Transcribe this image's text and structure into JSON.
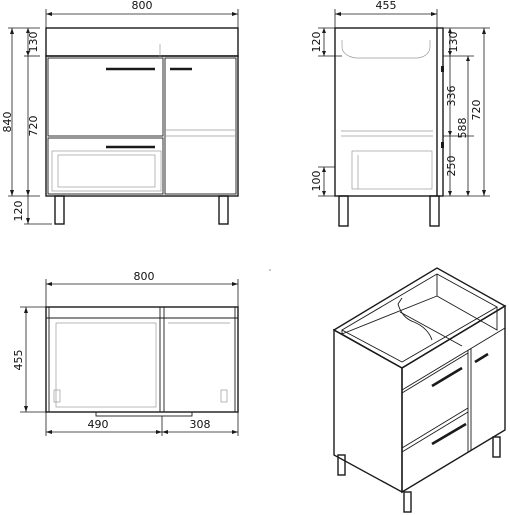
{
  "front_view": {
    "width": "800",
    "height_total": "840",
    "height_body": "720",
    "height_top": "130",
    "height_legs": "120"
  },
  "side_view": {
    "depth": "455",
    "top_left": "120",
    "top_right": "130",
    "legs": "100",
    "height_body": "720",
    "drawer_space": "588",
    "upper_space": "336",
    "lower_drawer": "250"
  },
  "top_view": {
    "width": "800",
    "depth": "455",
    "left_part": "490",
    "right_part": "308"
  },
  "iso_view": {}
}
